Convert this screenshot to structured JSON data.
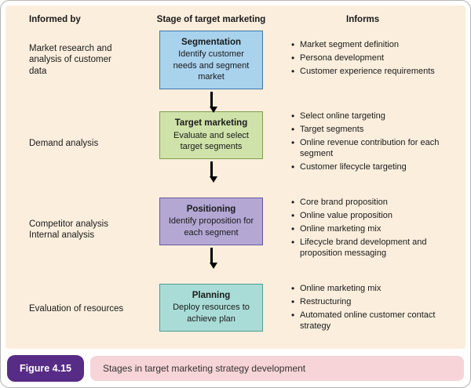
{
  "headers": {
    "informed_by": "Informed by",
    "stage": "Stage of target marketing",
    "informs": "Informs"
  },
  "stages": [
    {
      "title": "Segmentation",
      "description": "Identify customer needs and segment market",
      "informed_by": "Market research and analysis of customer data",
      "informs": [
        "Market segment definition",
        "Persona development",
        "Customer experience requirements"
      ],
      "colors": {
        "bg": "#a9d2ed",
        "border": "#3d77ad"
      }
    },
    {
      "title": "Target marketing",
      "description": "Evaluate and select target segments",
      "informed_by": "Demand analysis",
      "informs": [
        "Select online targeting",
        "Target segments",
        "Online revenue contribution for each segment",
        "Customer lifecycle targeting"
      ],
      "colors": {
        "bg": "#cfe2a9",
        "border": "#7f9f4e"
      }
    },
    {
      "title": "Positioning",
      "description": "Identify proposition for each segment",
      "informed_by": "Competitor analysis\nInternal analysis",
      "informs": [
        "Core brand proposition",
        "Online value proposition",
        "Online marketing mix",
        "Lifecycle brand development and proposition messaging"
      ],
      "colors": {
        "bg": "#b4a7d4",
        "border": "#67589b"
      }
    },
    {
      "title": "Planning",
      "description": "Deploy resources to achieve plan",
      "informed_by": "Evaluation of resources",
      "informs": [
        "Online marketing mix",
        "Restructuring",
        "Automated online customer contact strategy"
      ],
      "colors": {
        "bg": "#aadcd7",
        "border": "#4d9c96"
      }
    }
  ],
  "caption": {
    "figure_label": "Figure 4.15",
    "text": "Stages in target marketing strategy development"
  },
  "palette": {
    "panel_bg": "#fbeedd",
    "caption_bar_bg": "#f7d4d7",
    "figure_badge_bg": "#572c86"
  }
}
